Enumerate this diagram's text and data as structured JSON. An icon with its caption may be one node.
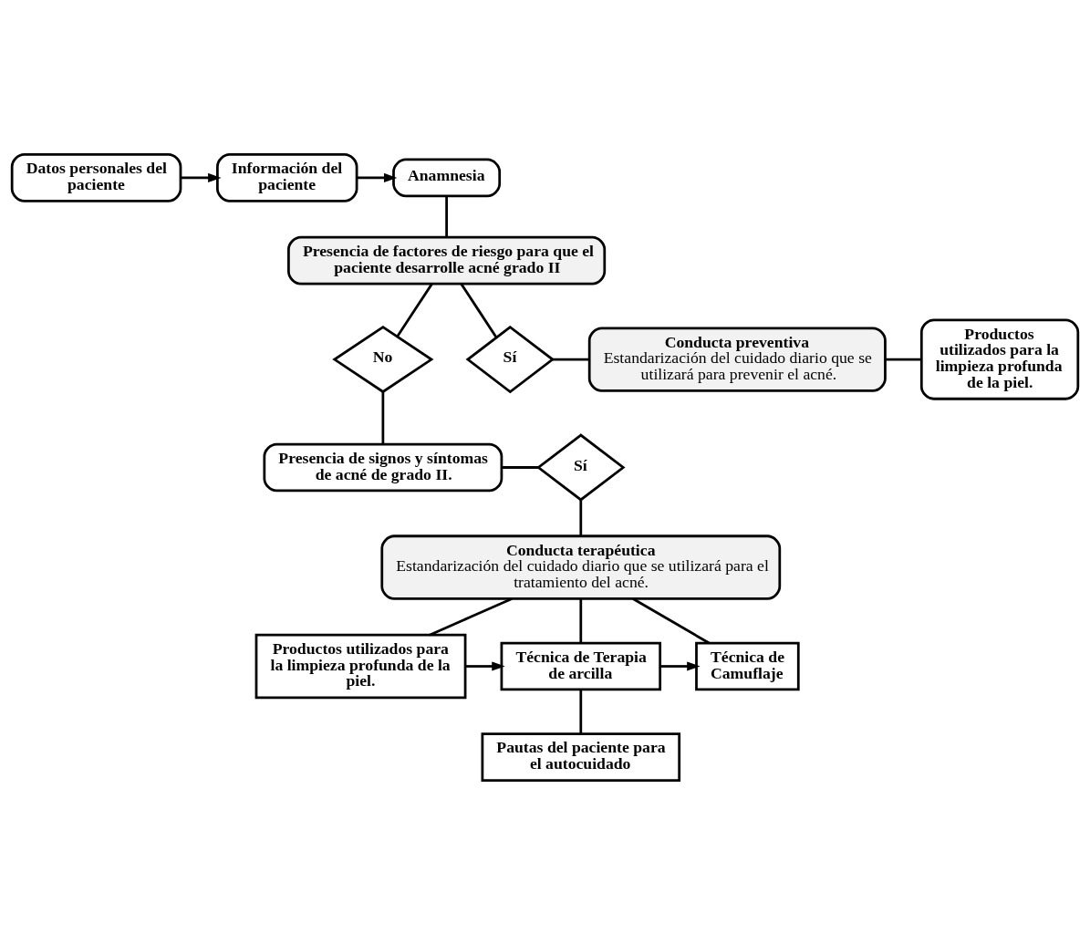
{
  "diagram": {
    "nodes": [
      {
        "text": [
          "Datos personales del paciente"
        ]
      },
      {
        "text": [
          "Información del paciente"
        ]
      },
      {
        "text": [
          "Anamnesia"
        ]
      },
      {
        "text": [
          "Presencia de factores de riesgo para que el paciente desarrolle acné grado II"
        ]
      },
      {
        "text": [
          "No"
        ]
      },
      {
        "text": [
          "Sí"
        ]
      },
      {
        "text": [
          "Conducta preventiva",
          "Estandarización del cuidado diario que se utilizará para prevenir el acné."
        ]
      },
      {
        "text": [
          "Productos utilizados para la limpieza profunda de la piel."
        ]
      },
      {
        "text": [
          "Presencia de signos y síntomas de acné de grado II."
        ]
      },
      {
        "text": [
          "Sí"
        ]
      },
      {
        "text": [
          "Conducta terapéutica",
          "Estandarización del cuidado diario que se utilizará para el tratamiento del acné."
        ]
      },
      {
        "text": [
          "Productos utilizados para la limpieza profunda de la piel."
        ]
      },
      {
        "text": [
          "Técnica de Terapia de arcilla"
        ]
      },
      {
        "text": [
          "Técnica de Camuflaje"
        ]
      },
      {
        "text": [
          "Pautas del paciente para el autocuidado"
        ]
      }
    ],
    "edges": [
      {
        "from": 0,
        "to": 1,
        "arrow": "to"
      },
      {
        "from": 1,
        "to": 2,
        "arrow": "to"
      },
      {
        "from": 2,
        "to": 3,
        "arrow": "none"
      },
      {
        "from": 3,
        "to": 4,
        "arrow": "none"
      },
      {
        "from": 3,
        "to": 5,
        "arrow": "none"
      },
      {
        "from": 5,
        "to": 6,
        "arrow": "none"
      },
      {
        "from": 6,
        "to": 7,
        "arrow": "none"
      },
      {
        "from": 4,
        "to": 8,
        "arrow": "none"
      },
      {
        "from": 8,
        "to": 9,
        "arrow": "none"
      },
      {
        "from": 9,
        "to": 10,
        "arrow": "none"
      },
      {
        "from": 10,
        "to": 11,
        "arrow": "none"
      },
      {
        "from": 10,
        "to": 12,
        "arrow": "none"
      },
      {
        "from": 10,
        "to": 13,
        "arrow": "none"
      },
      {
        "from": 11,
        "to": 12,
        "arrow": "to"
      },
      {
        "from": 12,
        "to": 13,
        "arrow": "to"
      },
      {
        "from": 12,
        "to": 14,
        "arrow": "none"
      }
    ]
  }
}
